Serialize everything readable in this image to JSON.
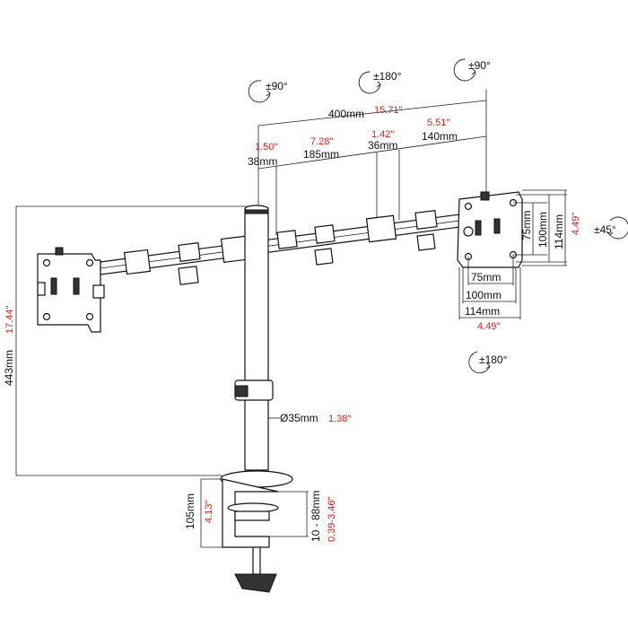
{
  "rotations": {
    "left_tilt": "±90°",
    "center_swivel": "±180°",
    "right_tilt": "±90°",
    "side_rotation": "±45°",
    "bottom_swivel": "±180°"
  },
  "arm_dimensions": {
    "total": {
      "metric": "400mm",
      "imperial": "15.71\""
    },
    "seg_a": {
      "metric": "38mm",
      "imperial": "1.50\""
    },
    "seg_b": {
      "metric": "185mm",
      "imperial": "7.28\""
    },
    "seg_c": {
      "metric": "36mm",
      "imperial": "1.42\""
    },
    "seg_d": {
      "metric": "140mm",
      "imperial": "5.51\""
    }
  },
  "height": {
    "metric": "443mm",
    "imperial": "17.44\""
  },
  "pole": {
    "metric": "Ø35mm",
    "imperial": "1.38\""
  },
  "vesa": {
    "v75": "75mm",
    "v100": "100mm",
    "v114": "114mm",
    "h75": "75mm",
    "h100": "100mm",
    "h114": "114mm",
    "imperial_v": "4.49\"",
    "imperial_h": "4.49\""
  },
  "clamp": {
    "base_metric": "105mm",
    "base_imperial": "4.13\"",
    "range_metric": "10 - 88mm",
    "range_imperial": "0.39-3.46\""
  }
}
